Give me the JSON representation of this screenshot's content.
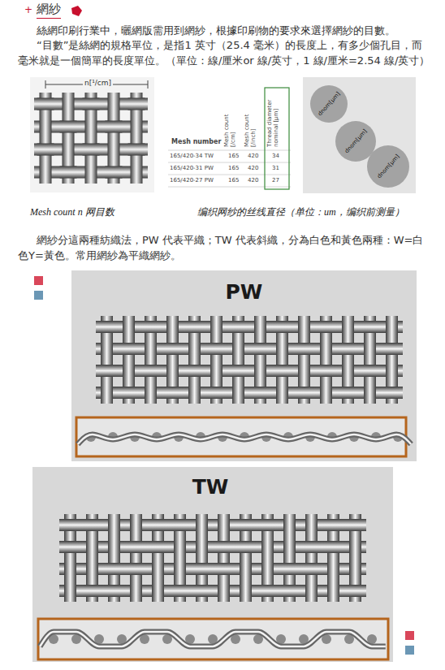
{
  "diagram": {
    "title": "網紗",
    "nodes": [
      {
        "text": [
          "dnom[µm]"
        ]
      },
      {
        "text": [
          "dnom[µm]"
        ]
      },
      {
        "text": [
          "dnom[µm]"
        ]
      },
      {
        "text": [
          "PW"
        ]
      },
      {
        "text": [
          "TW"
        ]
      }
    ],
    "labels": [
      "絲網印刷行業中，曬網版需用到網紗，根據印刷物的要求來選擇網紗的目數。",
      "“目數”是絲網的規格單位，是指1 英寸（25.4 毫米）的長度上，有多少個孔目，而毫米就是一個簡單的長度單位。（單位：線/厘米or 線/英寸，1 線/厘米=2.54 線/英寸）",
      "n[¹/cm]",
      "Mesh number",
      "Mesh count [/cm]",
      "Mesh count [/inch]",
      "Thread diameter nominal [µm]",
      "165/420-34 TW",
      "165",
      "420",
      "34",
      "165/420-31 PW",
      "165",
      "420",
      "31",
      "165/420-27 PW",
      "165",
      "420",
      "27",
      "Mesh count n 网目数",
      "编织网纱的丝线直径（单位：um，编织前测量）",
      "網紗分這兩種紡織法，PW 代表平織；TW 代表斜織，分為白色和黃色兩種：W=白色Y=黃色。常用網紗為平織網紗。",
      "+"
    ]
  }
}
